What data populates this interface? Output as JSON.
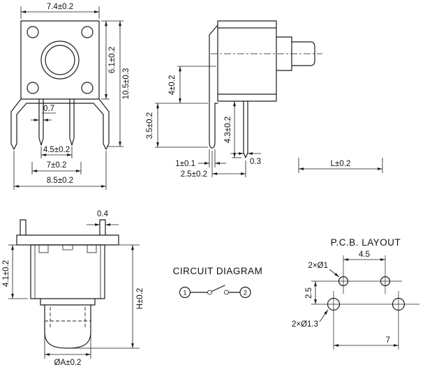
{
  "front_view": {
    "dim_top_width": "7.4±0.2",
    "dim_body_height": "6.1±0.2",
    "dim_total_height": "10.5±0.3",
    "dim_pin_width": "0.7",
    "dim_pin_pitch": "4.5±0.2",
    "dim_mid_width": "7±0.2",
    "dim_outer_width": "8.5±0.2"
  },
  "side_view": {
    "dim_center_height": "4±0.2",
    "dim_bracket_leg": "3.5±0.2",
    "dim_lead_length": "4.3±0.2",
    "dim_leg_width": "1±0.1",
    "dim_leg_offset": "2.5±0.2",
    "dim_lead_thickness": "0.3",
    "dim_length": "L±0.2"
  },
  "bottom_view": {
    "dim_tab_thickness": "0.4",
    "dim_body_height": "4.1±0.2",
    "dim_total_height": "H±0.2",
    "dim_button_dia": "ØA±0.2"
  },
  "circuit": {
    "title": "CIRCUIT DIAGRAM",
    "terminal_1": "1",
    "terminal_2": "2"
  },
  "pcb": {
    "title": "P.C.B. LAYOUT",
    "dim_top_pitch": "4.5",
    "dim_row_spacing": "2.5",
    "dim_bottom_pitch": "7",
    "label_small_holes": "2×Ø1",
    "label_large_holes": "2×Ø1.3"
  },
  "colors": {
    "line": "#1a1a1a",
    "background": "#ffffff"
  }
}
